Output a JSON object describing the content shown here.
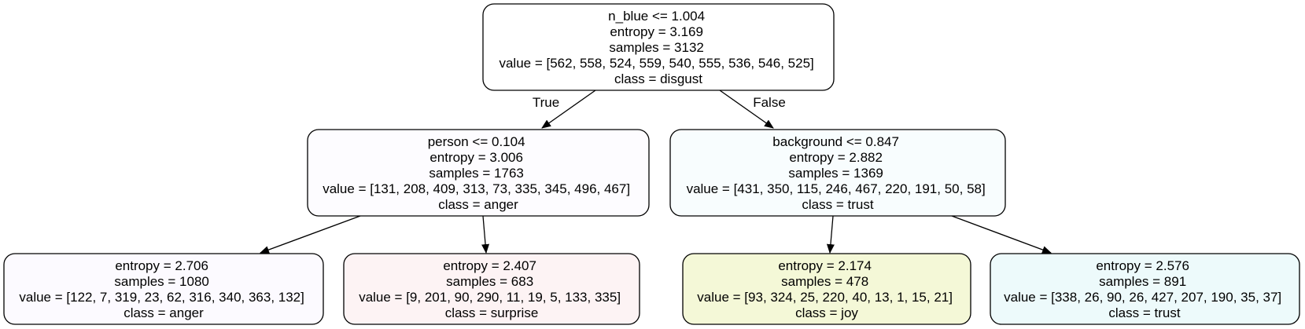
{
  "tree": {
    "root": {
      "fill": "#ffffff",
      "lines": [
        "n_blue <= 1.004",
        "entropy = 3.169",
        "samples = 3132",
        "value = [562, 558, 524, 559, 540, 555, 536, 546, 525]",
        "class = disgust"
      ]
    },
    "left": {
      "fill": "#fdfcff",
      "lines": [
        "person <= 0.104",
        "entropy = 3.006",
        "samples = 1763",
        "value = [131, 208, 409, 313, 73, 335, 345, 496, 467]",
        "class = anger"
      ]
    },
    "right": {
      "fill": "#f8fdfe",
      "lines": [
        "background <= 0.847",
        "entropy = 2.882",
        "samples = 1369",
        "value = [431, 350, 115, 246, 467, 220, 191, 50, 58]",
        "class = trust"
      ]
    },
    "leaf_ll": {
      "fill": "#fcfaff",
      "lines": [
        "entropy = 2.706",
        "samples = 1080",
        "value = [122, 7, 319, 23, 62, 316, 340, 363, 132]",
        "class = anger"
      ]
    },
    "leaf_lr": {
      "fill": "#fdf3f4",
      "lines": [
        "entropy = 2.407",
        "samples = 683",
        "value = [9, 201, 90, 290, 11, 19, 5, 133, 335]",
        "class = surprise"
      ]
    },
    "leaf_rl": {
      "fill": "#f4f8d7",
      "lines": [
        "entropy = 2.174",
        "samples = 478",
        "value = [93, 324, 25, 220, 40, 13, 1, 15, 21]",
        "class = joy"
      ]
    },
    "leaf_rr": {
      "fill": "#edfafb",
      "lines": [
        "entropy = 2.576",
        "samples = 891",
        "value = [338, 26, 90, 26, 427, 207, 190, 35, 37]",
        "class = trust"
      ]
    },
    "edges": {
      "true_label": "True",
      "false_label": "False"
    }
  }
}
